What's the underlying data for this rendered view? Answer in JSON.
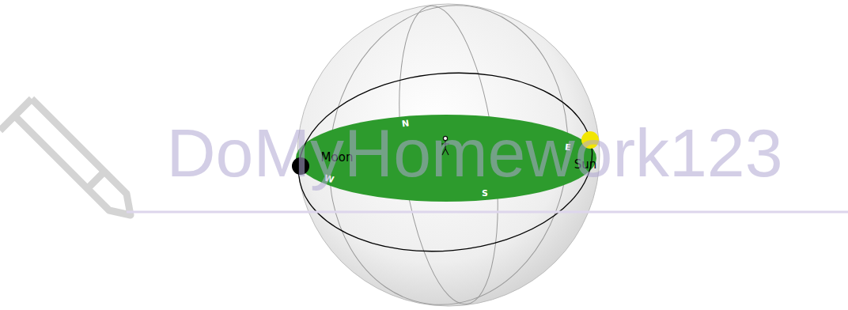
{
  "diagram": {
    "labels": [
      "N",
      "E",
      "S",
      "W",
      "Moon",
      "Sun",
      "DoMyHomework123"
    ]
  }
}
